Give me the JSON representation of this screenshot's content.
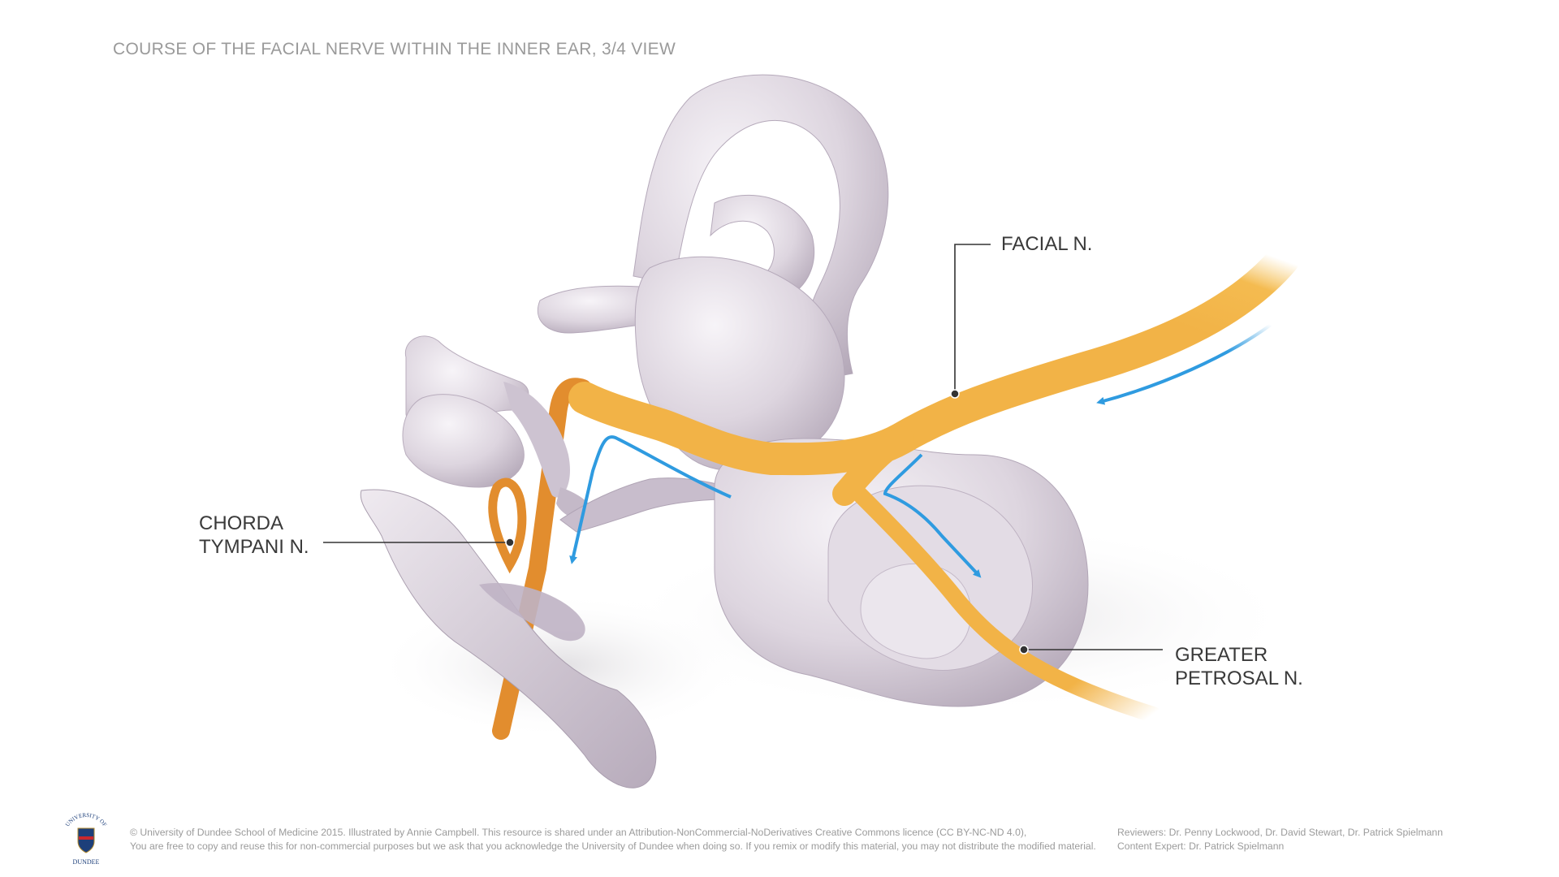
{
  "title": "COURSE OF THE FACIAL NERVE WITHIN THE INNER EAR, 3/4 VIEW",
  "labels": {
    "facial_nerve": "FACIAL N.",
    "chorda_tympani": [
      "CHORDA",
      "TYMPANI N."
    ],
    "greater_petrosal": [
      "GREATER",
      "PETROSAL N."
    ]
  },
  "footer": {
    "copyright_lines": [
      "© University of Dundee School of Medicine 2015. Illustrated by Annie Campbell. This resource is shared under an Attribution-NonCommercial-NoDerivatives Creative Commons licence (CC BY-NC-ND 4.0),",
      "You are free to copy and reuse this for non-commercial purposes but we ask that you acknowledge the University of Dundee when doing so. If you remix or modify this material, you may not distribute the modified material."
    ],
    "credit_lines": [
      "Reviewers: Dr. Penny Lockwood, Dr. David Stewart, Dr. Patrick Spielmann",
      "Content Expert: Dr. Patrick Spielmann"
    ],
    "logo_text_top": "UNIVERSITY OF",
    "logo_text_bottom": "DUNDEE"
  },
  "colors": {
    "nerve": "#f2b347",
    "nerve_dark": "#e0892e",
    "bone": "#ddd6e0",
    "arrow": "#2f9be0",
    "leader": "#333333"
  },
  "icons": [
    "direction-arrow-icon",
    "university-crest-icon"
  ]
}
